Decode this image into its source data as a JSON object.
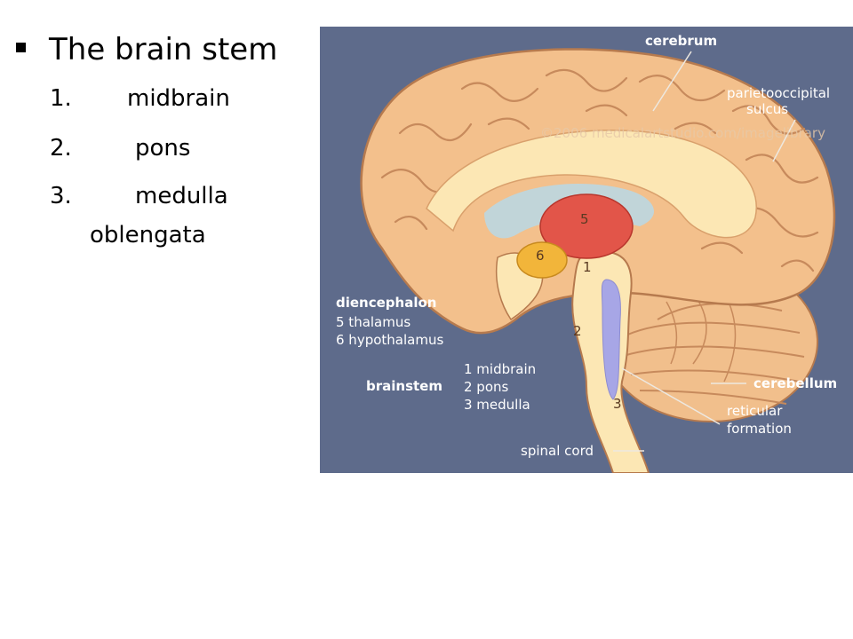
{
  "slide": {
    "heading": "The brain stem",
    "items": [
      {
        "num": "1.",
        "text": "midbrain"
      },
      {
        "num": "2.",
        "text": "pons"
      },
      {
        "num": "3.",
        "text": "medulla",
        "text2": "oblengata"
      }
    ]
  },
  "figure": {
    "watermark": "©2006 medicalartstudio.com/imagelibrary",
    "labels": {
      "cerebrum": "cerebrum",
      "parieto1": "parietooccipital",
      "parieto2": "sulcus",
      "diencephalon": "diencephalon",
      "thalamus": "5 thalamus",
      "hypothalamus": "6 hypothalamus",
      "brainstem": "brainstem",
      "bs1": "1 midbrain",
      "bs2": "2 pons",
      "bs3": "3 medulla",
      "cerebellum": "cerebellum",
      "reticular1": "reticular",
      "reticular2": "formation",
      "spinal": "spinal cord",
      "n5": "5",
      "n6": "6",
      "n1": "1",
      "n2": "2",
      "n3": "3"
    },
    "colors": {
      "background": "#5E6B8B",
      "brain": "#F3C08C",
      "inner": "#FCE7B4",
      "thalamus": "#E25549",
      "hypothalamus": "#F2B53A",
      "ventricle": "#BBD7E1",
      "reticular": "#A7A6E6",
      "outline": "#B67A4E"
    }
  }
}
